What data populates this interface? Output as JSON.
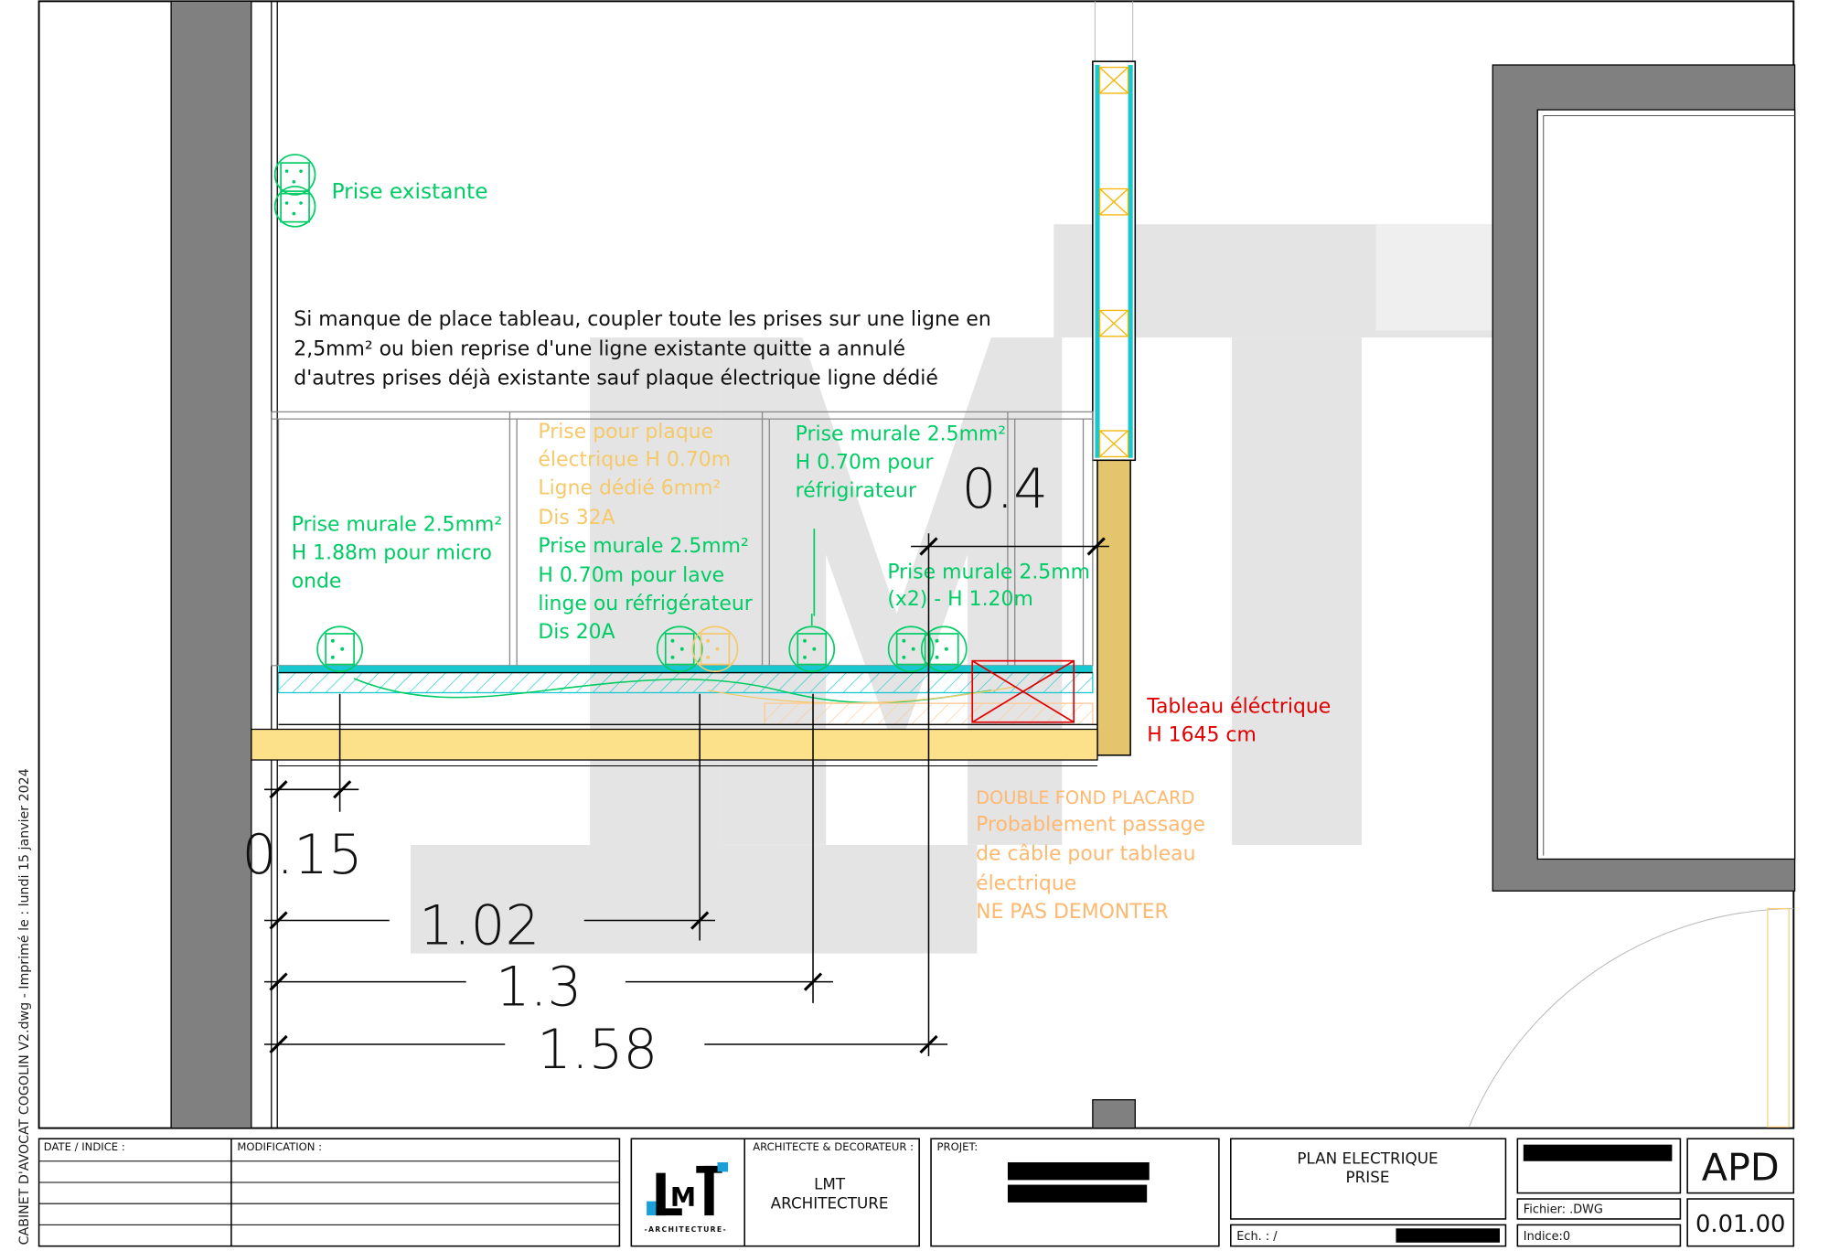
{
  "sidebar_stamp": "CABINET D'AVOCAT COGOLIN V2.dwg - Imprimé le : lundi 15 janvier 2024",
  "watermark": "LMT",
  "legend": {
    "existing_outlet_label": "Prise existante"
  },
  "note": {
    "lines": [
      "Si manque de place tableau, coupler toute les prises sur une ligne en",
      "2,5mm² ou bien reprise d'une ligne existante quitte a annulé",
      "d'autres prises déjà existante sauf plaque électrique ligne dédié"
    ]
  },
  "annotations": {
    "micro_onde": [
      "Prise murale 2.5mm²",
      "H 1.88m pour micro",
      "onde"
    ],
    "plaque": [
      "Prise pour plaque",
      "électrique H 0.70m",
      "Ligne dédié 6mm²",
      "Dis 32A"
    ],
    "lave_linge": [
      "Prise murale 2.5mm²",
      "H 0.70m pour lave",
      "linge ou réfrigérateur",
      "Dis 20A"
    ],
    "refrigerateur": [
      "Prise murale 2.5mm²",
      "H 0.70m pour",
      "réfrigirateur"
    ],
    "x2": [
      "Prise murale 2.5mm",
      "(x2) - H 1.20m"
    ],
    "tableau": [
      "Tableau éléctrique",
      "H 1645 cm"
    ],
    "double_fond": [
      "DOUBLE FOND PLACARD",
      "Probablement passage",
      "de câble pour tableau",
      "électrique",
      "NE PAS DEMONTER"
    ]
  },
  "dimensions": {
    "d_0_4": "0.4",
    "d_0_15": "0.15",
    "d_1_02": "1.02",
    "d_1_3": "1.3",
    "d_1_58": "1.58"
  },
  "colors": {
    "green": "#00cc66",
    "yellow_text": "#f5c96a",
    "orange_text": "#ffb870",
    "red": "#e00000",
    "cyan": "#18c8d0",
    "wall": "#808080",
    "wood": "#fde08a"
  },
  "title_block": {
    "date_indice_label": "DATE / INDICE :",
    "modification_label": "MODIFICATION :",
    "architect_label": "ARCHITECTE & DECORATEUR :",
    "architect_name_line1": "LMT",
    "architect_name_line2": "ARCHITECTURE",
    "logo_text": "LMT",
    "logo_subtext": "-ARCHITECTURE-",
    "project_label": "PROJET:",
    "plan_title_line1": "PLAN ELECTRIQUE",
    "plan_title_line2": "PRISE",
    "scale_label": "Ech. : /",
    "file_label": "Fichier: .DWG",
    "indice_label": "Indice:0",
    "phase": "APD",
    "version": "0.01.00"
  }
}
